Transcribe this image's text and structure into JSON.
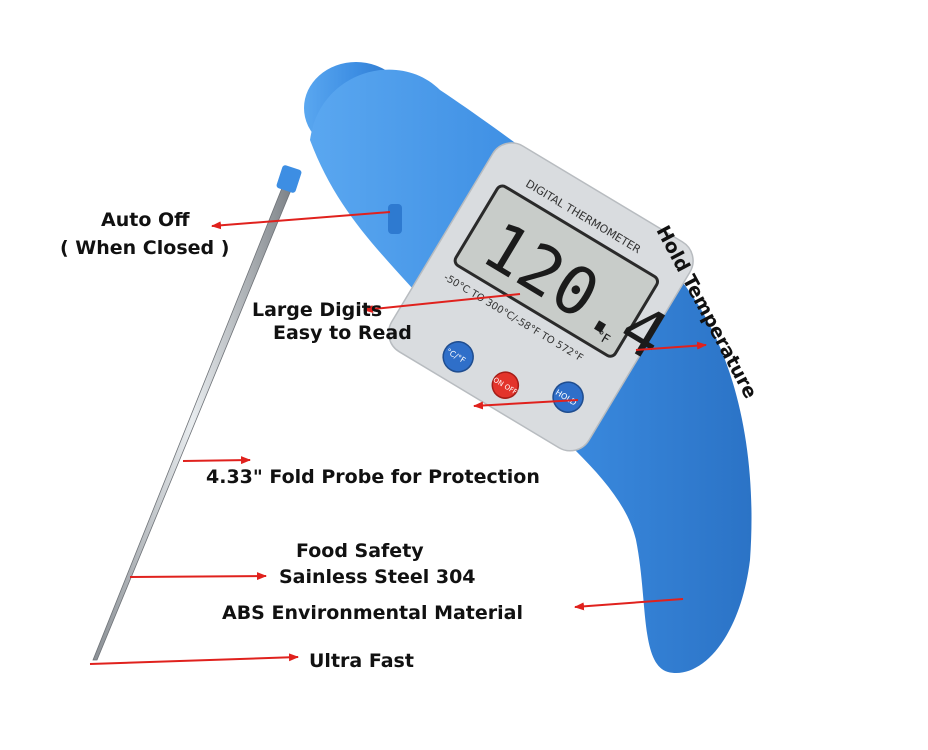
{
  "labels": {
    "auto_off_line1": "Auto Off",
    "auto_off_line2": "( When Closed )",
    "large_digits_line1": "Large Digits",
    "large_digits_line2": "Easy to Read",
    "hold_temperature": "Hold Temperature",
    "fold_probe": "4.33\" Fold Probe for Protection",
    "food_safety_line1": "Food Safety",
    "food_safety_line2": "Sainless Steel 304",
    "abs_material": "ABS Environmental Material",
    "ultra_fast": "Ultra Fast"
  },
  "device": {
    "display_reading": "120.4",
    "display_unit": "°F",
    "panel_title": "DIGITAL THERMOMETER",
    "panel_range": "-50°C TO 300°C/-58°F TO 572°F",
    "hold_button": "HOLD",
    "on_off_button": "ON OFF",
    "cf_button": "°C/°F"
  },
  "colors": {
    "body_blue": "#3d8ee3",
    "arrow_red": "#e0211d",
    "panel_gray": "#d9dcdf",
    "lcd_gray": "#c8ccc9"
  }
}
